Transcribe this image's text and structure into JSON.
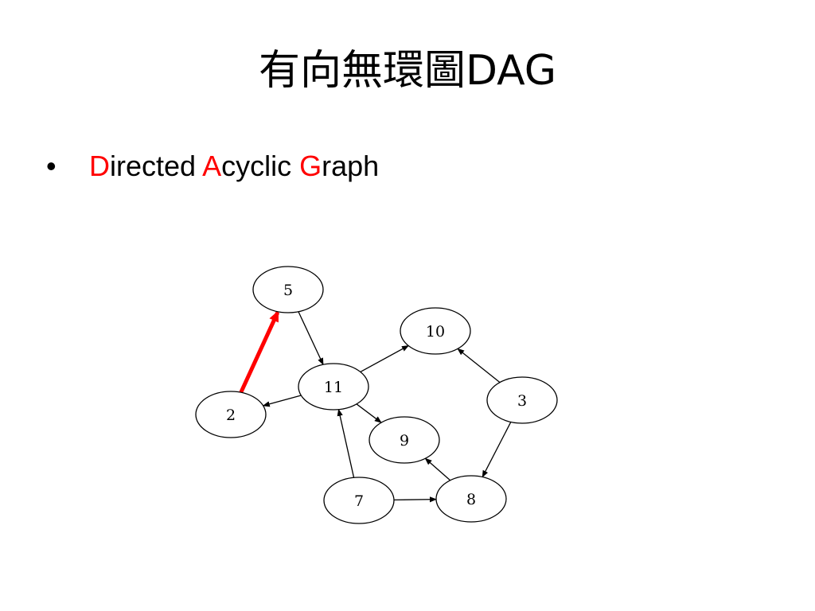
{
  "title": "有向無環圖DAG",
  "bullet": {
    "symbol": "•",
    "parts": [
      {
        "text": "D",
        "accent": true
      },
      {
        "text": "irected ",
        "accent": false
      },
      {
        "text": "A",
        "accent": true
      },
      {
        "text": "cyclic ",
        "accent": false
      },
      {
        "text": "G",
        "accent": true
      },
      {
        "text": "raph",
        "accent": false
      }
    ]
  },
  "colors": {
    "accent": "#ff0000",
    "text": "#000000",
    "background": "#ffffff"
  },
  "graph": {
    "nodes": [
      {
        "id": "5",
        "label": "5"
      },
      {
        "id": "10",
        "label": "10"
      },
      {
        "id": "11",
        "label": "11"
      },
      {
        "id": "3",
        "label": "3"
      },
      {
        "id": "2",
        "label": "2"
      },
      {
        "id": "9",
        "label": "9"
      },
      {
        "id": "7",
        "label": "7"
      },
      {
        "id": "8",
        "label": "8"
      }
    ],
    "edges": [
      {
        "from": "5",
        "to": "11",
        "highlight": false
      },
      {
        "from": "11",
        "to": "10",
        "highlight": false
      },
      {
        "from": "3",
        "to": "10",
        "highlight": false
      },
      {
        "from": "11",
        "to": "2",
        "highlight": false
      },
      {
        "from": "11",
        "to": "9",
        "highlight": false
      },
      {
        "from": "7",
        "to": "11",
        "highlight": false
      },
      {
        "from": "7",
        "to": "8",
        "highlight": false
      },
      {
        "from": "3",
        "to": "8",
        "highlight": false
      },
      {
        "from": "8",
        "to": "9",
        "highlight": false
      },
      {
        "from": "2",
        "to": "5",
        "highlight": true
      }
    ]
  }
}
